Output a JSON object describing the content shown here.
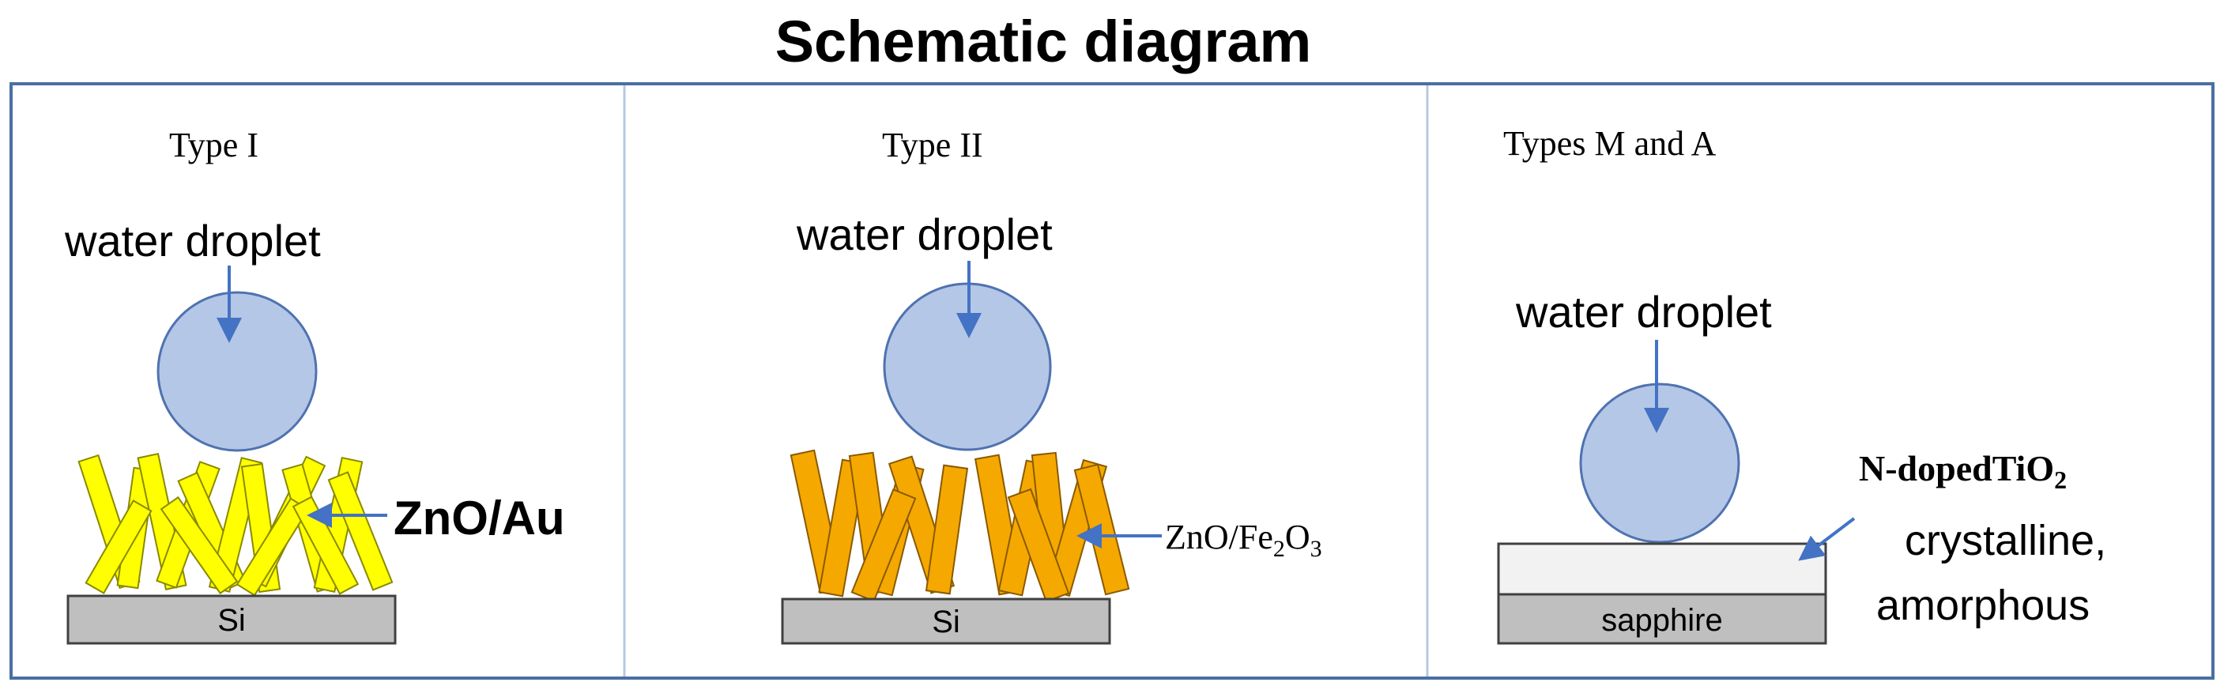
{
  "title": "Schematic diagram",
  "panels": [
    {
      "type_label": "Type I",
      "droplet_label": "water droplet",
      "material_label": "ZnO/Au",
      "substrate_label": "Si"
    },
    {
      "type_label": "Type II",
      "droplet_label": "water droplet",
      "material_label": {
        "p1": "ZnO/Fe",
        "s1": "2",
        "p2": "O",
        "s2": "3"
      },
      "substrate_label": "Si"
    },
    {
      "type_label": "Types M and A",
      "droplet_label": "water droplet",
      "film_label": {
        "main": "N-dopedTiO",
        "sub": "2"
      },
      "film_desc": [
        "crystalline,",
        "amorphous"
      ],
      "substrate_label": "sapphire"
    }
  ],
  "colors": {
    "frame": "#4a6fa5",
    "divider": "#b8c8e0",
    "droplet_fill": "#b4c7e7",
    "droplet_stroke": "#4f72b0",
    "arrow": "#4472c4",
    "rod_yellow": "#ffff00",
    "rod_yellow_stroke": "#8a8a00",
    "rod_orange": "#f5a800",
    "rod_orange_stroke": "#8a5a00",
    "substrate_fill": "#bfbfbf",
    "substrate_stroke": "#404040",
    "film_fill": "#f2f2f2"
  }
}
